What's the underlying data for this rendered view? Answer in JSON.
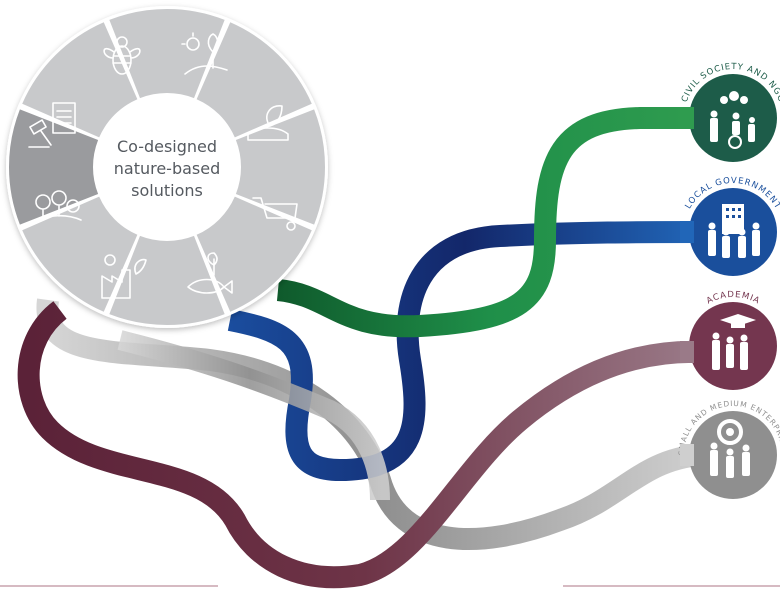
{
  "center": {
    "lines": [
      "Co-designed",
      "nature-based",
      "solutions"
    ]
  },
  "segments": [
    {
      "icon": "bee-icon"
    },
    {
      "icon": "sun-plant-icon"
    },
    {
      "icon": "leaf-hand-icon"
    },
    {
      "icon": "wheelbarrow-icon"
    },
    {
      "icon": "fish-plant-icon"
    },
    {
      "icon": "factory-sun-icon"
    },
    {
      "icon": "trees-icon"
    },
    {
      "icon": "gavel-document-icon"
    }
  ],
  "stakeholders": [
    {
      "label": "CIVIL SOCIETY AND NGO",
      "color": "#1d5c49",
      "icon": "people-group-icon"
    },
    {
      "label": "LOCAL GOVERNMENT",
      "color": "#1a4f9c",
      "icon": "government-building-icon"
    },
    {
      "label": "ACADEMIA",
      "color": "#74364f",
      "icon": "graduation-cap-icon"
    },
    {
      "label": "SMALL AND MEDIUM ENTERPRISES",
      "color": "#8f8f8f",
      "icon": "gear-business-icon"
    }
  ],
  "colors": {
    "wheel_segment": "#c8c9cb",
    "wheel_segment_dark": "#9a9b9e",
    "ribbon_green": "#1b8a47",
    "ribbon_blue": "#1a3f8f",
    "ribbon_maroon": "#6e3447",
    "ribbon_grey": "#9b9b9b"
  }
}
